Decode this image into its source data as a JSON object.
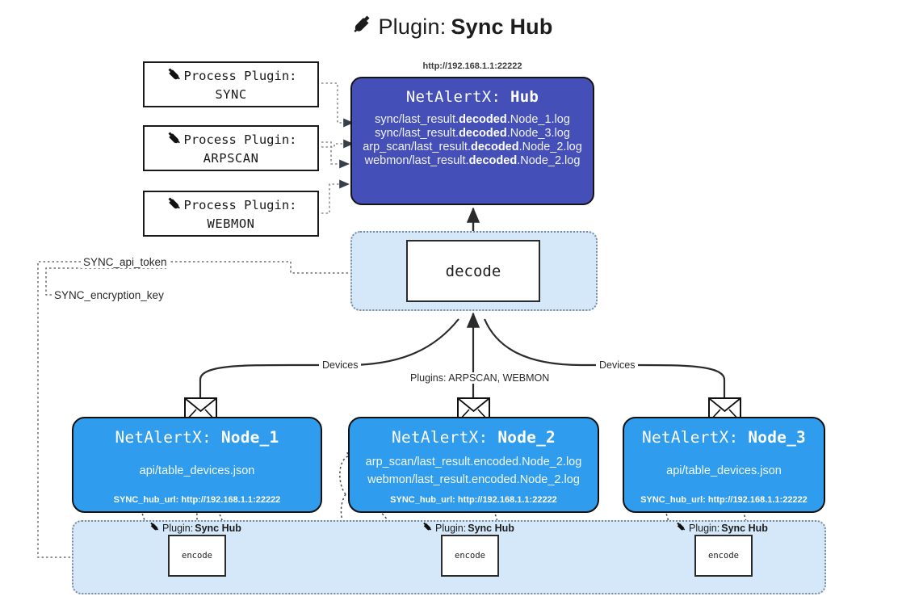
{
  "title": {
    "icon": "plug-icon",
    "prefix": "Plugin:",
    "name": "Sync Hub"
  },
  "process_plugins": [
    {
      "icon": "plug-icon",
      "line1": "Process Plugin:",
      "line2": "SYNC"
    },
    {
      "icon": "plug-icon",
      "line1": "Process Plugin:",
      "line2": "ARPSCAN"
    },
    {
      "icon": "plug-icon",
      "line1": "Process Plugin:",
      "line2": "WEBMON"
    }
  ],
  "hub": {
    "url": "http://192.168.1.1:22222",
    "title_prefix": "NetAlertX:",
    "title_name": "Hub",
    "log_lines": [
      {
        "pre": "sync/last_result.",
        "bold": "decoded",
        "post": ".Node_1.log"
      },
      {
        "pre": "sync/last_result.",
        "bold": "decoded",
        "post": ".Node_3.log"
      },
      {
        "pre": "arp_scan/last_result.",
        "bold": "decoded",
        "post": ".Node_2.log"
      },
      {
        "pre": "webmon/last_result.",
        "bold": "decoded",
        "post": ".Node_2.log"
      }
    ]
  },
  "decode": {
    "label": "decode"
  },
  "tokens": {
    "api_token": "SYNC_api_token",
    "encryption_key": "SYNC_encryption_key"
  },
  "edge_labels": {
    "devices_left": "Devices",
    "devices_right": "Devices",
    "plugins_center": "Plugins: ARPSCAN, WEBMON"
  },
  "nodes": [
    {
      "title_prefix": "NetAlertX:",
      "title_name": "Node_1",
      "lines": [
        "api/table_devices.json"
      ],
      "footer": "SYNC_hub_url: http://192.168.1.1:22222",
      "icon": "envelope-icon"
    },
    {
      "title_prefix": "NetAlertX:",
      "title_name": "Node_2",
      "lines": [
        "arp_scan/last_result.encoded.Node_2.log",
        "webmon/last_result.encoded.Node_2.log"
      ],
      "footer": "SYNC_hub_url: http://192.168.1.1:22222",
      "icon": "envelope-icon"
    },
    {
      "title_prefix": "NetAlertX:",
      "title_name": "Node_3",
      "lines": [
        "api/table_devices.json"
      ],
      "footer": "SYNC_hub_url: http://192.168.1.1:22222",
      "icon": "envelope-icon"
    }
  ],
  "encode_group": [
    {
      "cap_prefix": "Plugin:",
      "cap_name": "Sync Hub",
      "box_label": "encode",
      "icon": "plug-icon"
    },
    {
      "cap_prefix": "Plugin:",
      "cap_name": "Sync Hub",
      "box_label": "encode",
      "icon": "plug-icon"
    },
    {
      "cap_prefix": "Plugin:",
      "cap_name": "Sync Hub",
      "box_label": "encode",
      "icon": "plug-icon"
    }
  ],
  "colors": {
    "hub_bg": "#4450b8",
    "node_bg": "#2f9ced",
    "container_bg": "#d4e8fa",
    "line": "#3b3b3b"
  }
}
